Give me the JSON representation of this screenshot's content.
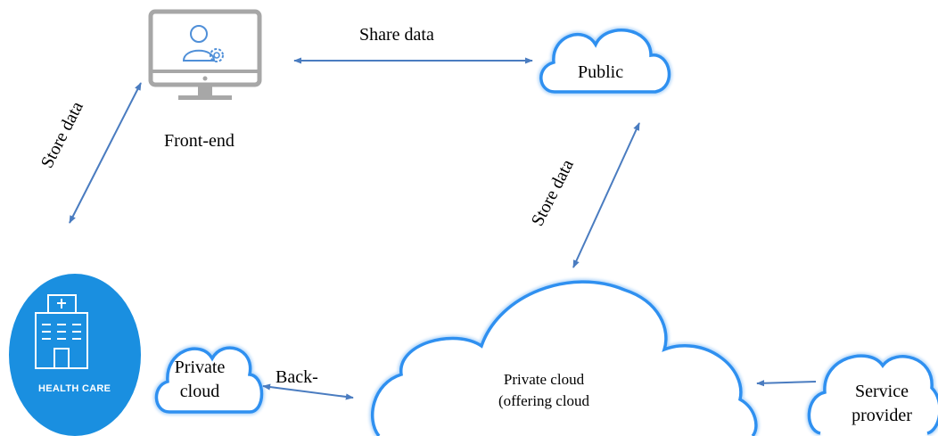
{
  "nodes": {
    "front_end": {
      "label": "Front-end",
      "icon": "computer-user-settings-icon"
    },
    "public": {
      "label": "Public",
      "icon": "cloud-icon"
    },
    "health_care": {
      "label": "HEALTH CARE",
      "icon": "hospital-building-icon"
    },
    "private_cloud_small": {
      "line1": "Private",
      "line2": "cloud",
      "icon": "cloud-icon"
    },
    "private_cloud_big": {
      "line1": "Private cloud",
      "line2": "(offering cloud",
      "icon": "cloud-icon"
    },
    "service_provider": {
      "line1": "Service",
      "line2": "provider",
      "icon": "cloud-icon"
    }
  },
  "edges": {
    "share": {
      "label": "Share data"
    },
    "store_left": {
      "label": "Store data"
    },
    "store_right": {
      "label": "Store data"
    },
    "back": {
      "label": "Back-"
    }
  },
  "colors": {
    "cloud_stroke": "#2f90f0",
    "arrow": "#4a7cc0",
    "health_care_fill": "#1a8fe0",
    "monitor_gray": "#a7a7a7",
    "icon_blue": "#4f8fd8"
  }
}
